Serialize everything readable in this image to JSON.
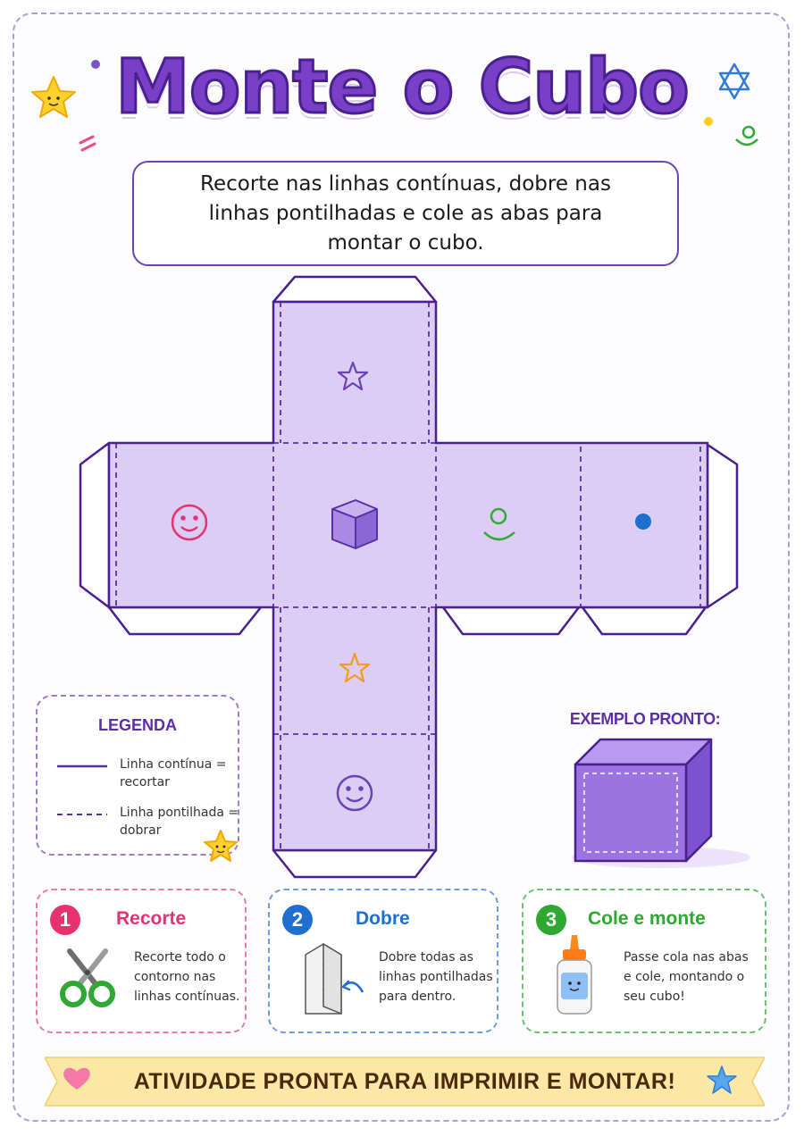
{
  "title": "Monte o Cubo",
  "instructions": "Recorte nas linhas contínuas, dobre nas linhas pontilhadas e cole as abas para montar o cubo.",
  "legend": {
    "title": "LEGENDA",
    "solid_line": "Linha contínua = recortar",
    "dashed_line": "Linha pontilhada = dobrar"
  },
  "example_title": "EXEMPLO PRONTO:",
  "steps": [
    {
      "number": "1",
      "title": "Recorte",
      "text": "Recorte todo o contorno nas linhas contínuas.",
      "color": "#e6336f"
    },
    {
      "number": "2",
      "title": "Dobre",
      "text": "Dobre todas as linhas pontilhadas para dentro.",
      "color": "#1e6fd0"
    },
    {
      "number": "3",
      "title": "Cole e monte",
      "text": "Passe cola nas abas e cole, montando o seu cubo!",
      "color": "#2fa832"
    }
  ],
  "banner": "ATIVIDADE PRONTA PARA IMPRIMIR E MONTAR!",
  "colors": {
    "purple": "#7a3fc7",
    "face_fill": "#dccdf5",
    "outline": "#4a1f8f",
    "banner_fill": "#fbe7a6"
  },
  "face_icons": [
    "star-icon",
    "smiley-icon",
    "cube-icon",
    "smile-curve-icon",
    "dot-icon",
    "star-icon",
    "smiley-icon"
  ]
}
